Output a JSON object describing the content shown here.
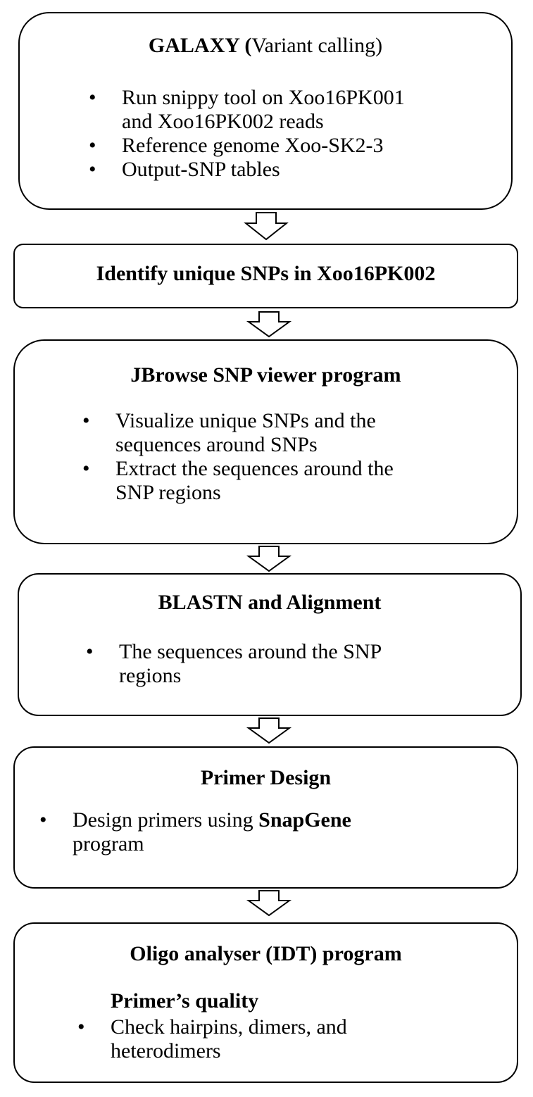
{
  "boxes": [
    {
      "title_bold": "GALAXY (",
      "title_normal": "Variant calling)",
      "bullets": [
        {
          "lines": [
            "Run snippy tool on Xoo16PK001",
            "and Xoo16PK002 reads"
          ]
        },
        {
          "lines": [
            "Reference genome Xoo-SK2-3"
          ]
        },
        {
          "lines": [
            "Output-SNP tables"
          ]
        }
      ]
    },
    {
      "title": "Identify unique SNPs in Xoo16PK002"
    },
    {
      "title": "JBrowse SNP viewer program",
      "bullets": [
        {
          "lines": [
            "Visualize unique SNPs and the",
            "sequences around SNPs"
          ]
        },
        {
          "lines": [
            "Extract the sequences around the",
            "SNP regions"
          ]
        }
      ]
    },
    {
      "title": "BLASTN and Alignment",
      "bullets": [
        {
          "lines": [
            "The sequences around the SNP",
            "regions"
          ]
        }
      ]
    },
    {
      "title": "Primer Design",
      "bullets": [
        {
          "pre": "Design primers using ",
          "bold": "SnapGene",
          "post": "program"
        }
      ]
    },
    {
      "title": "Oligo analyser (IDT) program",
      "subtitle": "Primer’s quality",
      "bullets": [
        {
          "lines": [
            "Check hairpins, dimers, and",
            "heterodimers"
          ]
        }
      ]
    }
  ],
  "bullet_glyph": "•"
}
